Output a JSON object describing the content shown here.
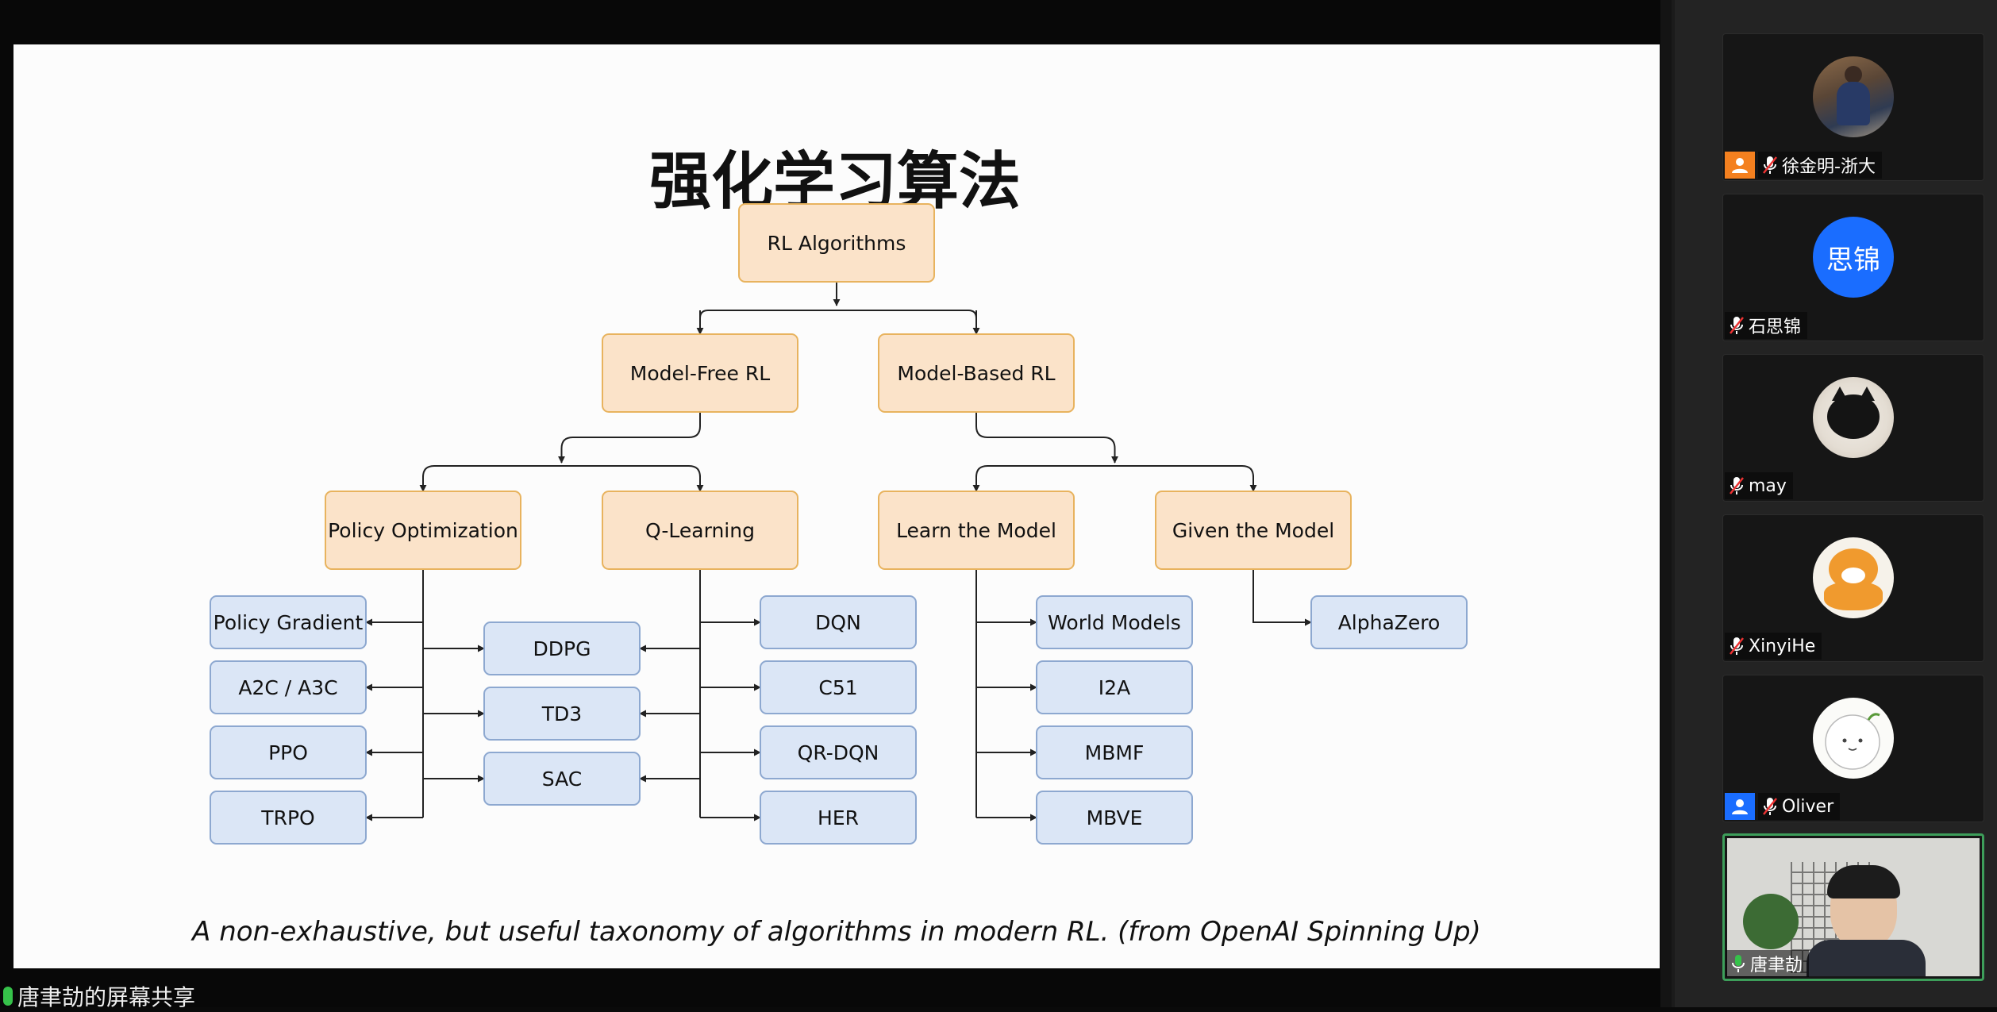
{
  "slide": {
    "title": "强化学习算法",
    "caption": "A non-exhaustive, but useful taxonomy of algorithms in modern RL. (from OpenAI Spinning Up)"
  },
  "diagram": {
    "root": "RL Algorithms",
    "level1": [
      "Model-Free RL",
      "Model-Based RL"
    ],
    "level2": [
      "Policy Optimization",
      "Q-Learning",
      "Learn the Model",
      "Given the Model"
    ],
    "policy_optimization": [
      "Policy Gradient",
      "A2C / A3C",
      "PPO",
      "TRPO"
    ],
    "shared": [
      "DDPG",
      "TD3",
      "SAC"
    ],
    "q_learning": [
      "DQN",
      "C51",
      "QR-DQN",
      "HER"
    ],
    "learn_the_model": [
      "World Models",
      "I2A",
      "MBMF",
      "MBVE"
    ],
    "given_the_model": [
      "AlphaZero"
    ],
    "colors": {
      "category_fill": "#fbe3c9",
      "category_border": "#e8b35e",
      "leaf_fill": "#dbe6f6",
      "leaf_border": "#8da8d0"
    }
  },
  "share_label": "唐聿劼的屏幕共享",
  "participants": [
    {
      "name": "徐金明-浙大",
      "muted": true,
      "has_user_badge": true,
      "badge_color": "#f4801f",
      "avatar": "photo-landscape"
    },
    {
      "name": "石思锦",
      "muted": true,
      "has_user_badge": false,
      "avatar_text": "思锦",
      "avatar": "text"
    },
    {
      "name": "may",
      "muted": true,
      "has_user_badge": false,
      "avatar": "photo-cat"
    },
    {
      "name": "XinyiHe",
      "muted": true,
      "has_user_badge": false,
      "avatar": "photo-tiger"
    },
    {
      "name": "Oliver",
      "muted": true,
      "has_user_badge": true,
      "badge_color": "#1a6dff",
      "avatar": "photo-drawing"
    },
    {
      "name": "唐聿劼",
      "muted": false,
      "has_user_badge": false,
      "avatar": "video",
      "active": true
    }
  ]
}
